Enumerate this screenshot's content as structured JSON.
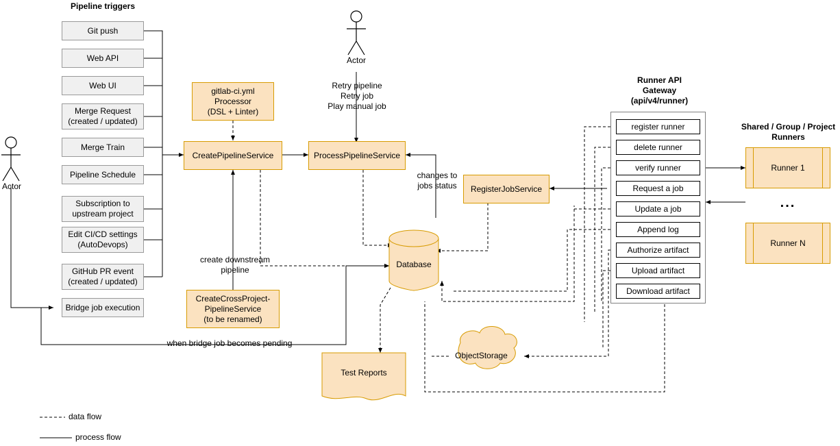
{
  "titles": {
    "pipeline_triggers": "Pipeline triggers",
    "runner_api_gateway": "Runner API\nGateway\n(api/v4/runner)",
    "runner_api_gateway_l1": "Runner API",
    "runner_api_gateway_l2": "Gateway",
    "runner_api_gateway_l3": "(api/v4/runner)",
    "shared_group_project_l1": "Shared / Group / Project",
    "shared_group_project_l2": "Runners"
  },
  "actors": {
    "left_label": "Actor",
    "top_label": "Actor"
  },
  "triggers": [
    {
      "label": "Git push"
    },
    {
      "label": "Web API"
    },
    {
      "label": "Web UI"
    },
    {
      "label": "Merge Request\n(created / updated)"
    },
    {
      "label": "Merge Train"
    },
    {
      "label": "Pipeline Schedule"
    },
    {
      "label": "Subscription to\nupstream project"
    },
    {
      "label": "Edit CI/CD settings\n(AutoDevops)"
    },
    {
      "label": "GitHub PR event\n(created / updated)"
    },
    {
      "label": "Bridge job execution"
    }
  ],
  "trigger_lines": {
    "t0": [
      "Git push"
    ],
    "t1": [
      "Web API"
    ],
    "t2": [
      "Web UI"
    ],
    "t3": [
      "Merge Request",
      "(created / updated)"
    ],
    "t4": [
      "Merge Train"
    ],
    "t5": [
      "Pipeline Schedule"
    ],
    "t6": [
      "Subscription to",
      "upstream project"
    ],
    "t7": [
      "Edit CI/CD settings",
      "(AutoDevops)"
    ],
    "t8": [
      "GitHub PR event",
      "(created / updated)"
    ],
    "t9": [
      "Bridge job execution"
    ]
  },
  "services": {
    "yml_processor": [
      "gitlab-ci.yml",
      "Processor",
      "(DSL + Linter)"
    ],
    "create_pipeline": "CreatePipelineService",
    "process_pipeline": "ProcessPipelineService",
    "register_job": "RegisterJobService",
    "cross_project": [
      "CreateCrossProject-",
      "PipelineService",
      "(to be renamed)"
    ],
    "database": "Database",
    "test_reports": "Test Reports",
    "object_storage": "ObjectStorage"
  },
  "runner_api_items": [
    "register runner",
    "delete runner",
    "verify runner",
    "Request a job",
    "Update a job",
    "Append log",
    "Authorize artifact",
    "Upload artifact",
    "Download artifact"
  ],
  "runners": {
    "first": "Runner 1",
    "ellipsis": "...",
    "last": "Runner N"
  },
  "edge_labels": {
    "retry_pipeline": "Retry pipeline",
    "retry_job": "Retry job",
    "play_manual_job": "Play manual job",
    "changes_to": "changes to",
    "jobs_status": "jobs status",
    "create_downstream": "create downstream",
    "pipeline": "pipeline",
    "bridge_pending": "when bridge job becomes pending"
  },
  "legend": {
    "data_flow": "data flow",
    "process_flow": "process flow"
  },
  "colors": {
    "orange_fill": "#fbe2c0",
    "orange_stroke": "#d79b00",
    "grey_fill": "#f0f0f0",
    "grey_stroke": "#999999",
    "line": "#000000"
  }
}
